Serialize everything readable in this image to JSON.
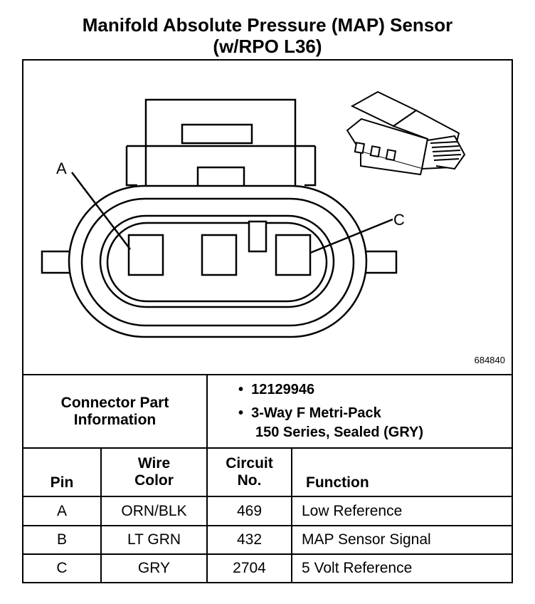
{
  "title": {
    "line1": "Manifold Absolute Pressure (MAP) Sensor",
    "line2": "(w/RPO L36)"
  },
  "diagram": {
    "callout_a": "A",
    "callout_c": "C",
    "figure_number": "684840"
  },
  "connector_info": {
    "label_line1": "Connector Part",
    "label_line2": "Information",
    "part_number": "12129946",
    "description_line1": "3-Way F Metri-Pack",
    "description_line2": "150 Series, Sealed (GRY)",
    "bullet": "•"
  },
  "table": {
    "headers": {
      "pin": "Pin",
      "wire_color_line1": "Wire",
      "wire_color_line2": "Color",
      "circuit_line1": "Circuit",
      "circuit_line2": "No.",
      "function": "Function"
    },
    "rows": [
      {
        "pin": "A",
        "wire_color": "ORN/BLK",
        "circuit": "469",
        "function": "Low Reference"
      },
      {
        "pin": "B",
        "wire_color": "LT GRN",
        "circuit": "432",
        "function": "MAP Sensor Signal"
      },
      {
        "pin": "C",
        "wire_color": "GRY",
        "circuit": "2704",
        "function": "5 Volt Reference"
      }
    ]
  }
}
